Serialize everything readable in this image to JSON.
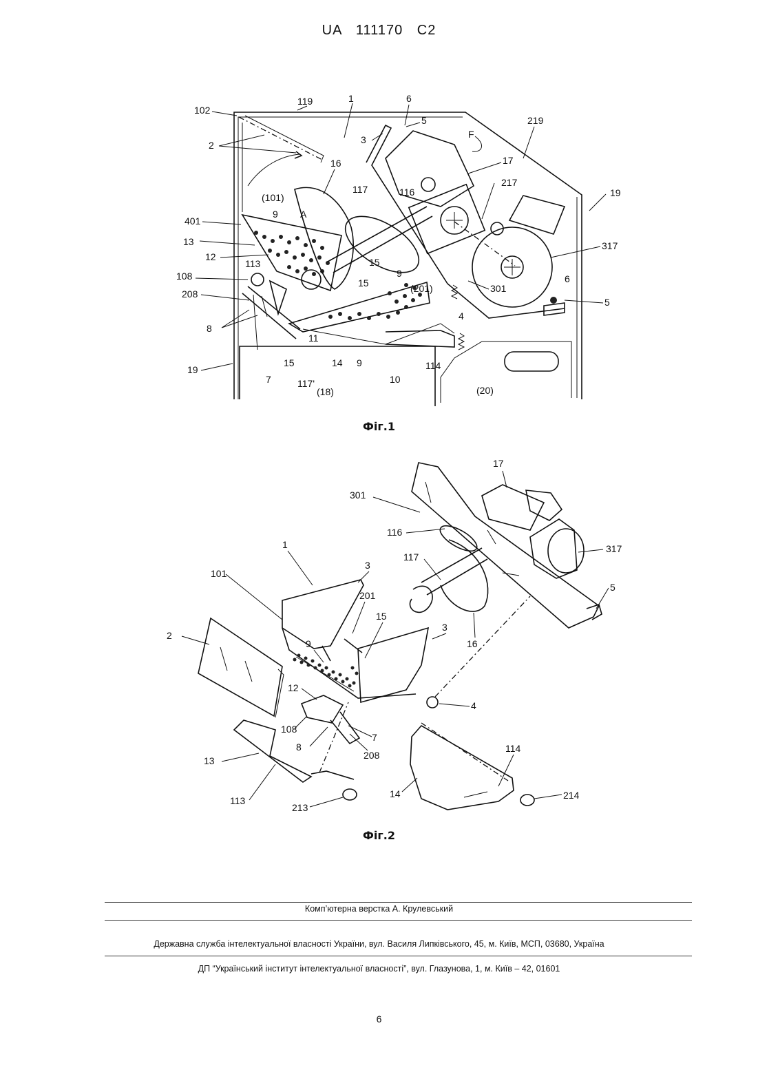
{
  "header": {
    "patent_number": "UA   111170   C2"
  },
  "figure1": {
    "caption": "Фіг.1",
    "labels": [
      "102",
      "119",
      "1",
      "6",
      "5",
      "219",
      "2",
      "3",
      "F",
      "17",
      "16",
      "117",
      "116",
      "217",
      "(101)",
      "19",
      "401",
      "A",
      "9",
      "13",
      "317",
      "12",
      "113",
      "15",
      "301",
      "108",
      "9",
      "(201)",
      "6",
      "5",
      "208",
      "15",
      "4",
      "8",
      "19",
      "7",
      "15",
      "117'",
      "14",
      "9",
      "10",
      "114",
      "(18)",
      "(20)",
      "11"
    ]
  },
  "figure2": {
    "caption": "Фіг.2",
    "labels": [
      "17",
      "301",
      "116",
      "317",
      "117",
      "1",
      "101",
      "3",
      "201",
      "5",
      "15",
      "2",
      "9",
      "3",
      "16",
      "12",
      "4",
      "108",
      "7",
      "8",
      "208",
      "114",
      "13",
      "14",
      "214",
      "113",
      "213"
    ]
  },
  "footer": {
    "layout_credit": "Комп’ютерна верстка А. Крулевський",
    "publisher": "Державна служба інтелектуальної власності України, вул. Василя Липківського, 45, м. Київ, МСП, 03680, Україна",
    "institute": "ДП “Український інститут інтелектуальної власності”, вул. Глазунова, 1, м. Київ – 42, 01601",
    "page_number": "6"
  }
}
